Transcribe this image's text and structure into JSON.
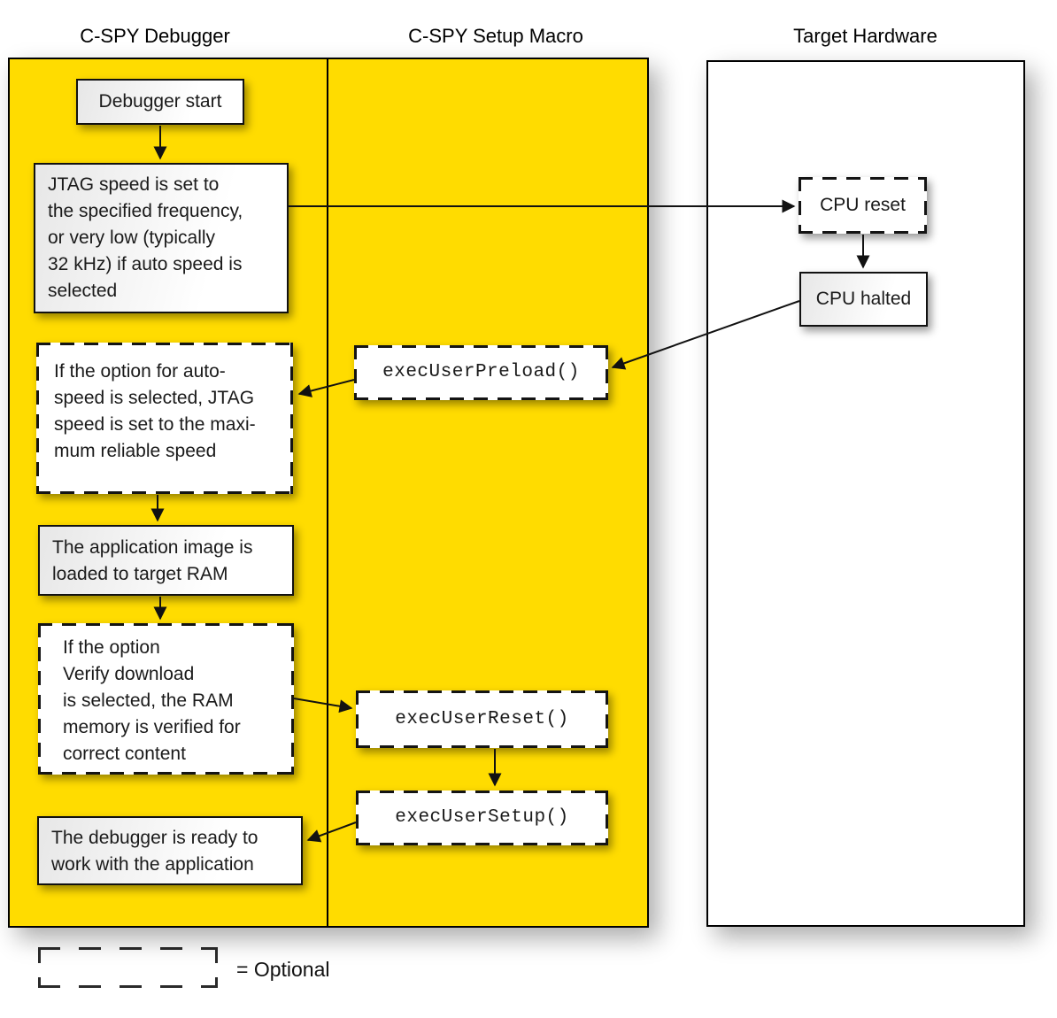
{
  "headers": {
    "debugger": "C-SPY Debugger",
    "setup_macro": "C-SPY Setup Macro",
    "target_hardware": "Target Hardware"
  },
  "boxes": {
    "debugger_start": {
      "text": "Debugger start",
      "style": "solid"
    },
    "jtag_speed": {
      "text": "JTAG speed is set to\nthe specified frequency,\nor very low (typically\n32 kHz) if auto speed is\nselected",
      "style": "solid"
    },
    "auto_speed": {
      "text": "If the option for auto-\nspeed is selected, JTAG\nspeed is set to the maxi-\nmum reliable speed",
      "style": "dashed-optional"
    },
    "app_image": {
      "text": "The application image is\nloaded to target RAM",
      "style": "solid"
    },
    "verify_download": {
      "text": "If the option\nVerify download\nis selected, the RAM\nmemory is verified for\ncorrect content",
      "style": "dashed-optional"
    },
    "debugger_ready": {
      "text": "The debugger is ready to\nwork with the application",
      "style": "solid"
    },
    "exec_user_preload": {
      "text": "execUserPreload()",
      "style": "dashed-optional"
    },
    "exec_user_reset": {
      "text": "execUserReset()",
      "style": "dashed-optional"
    },
    "exec_user_setup": {
      "text": "execUserSetup()",
      "style": "dashed-optional"
    },
    "cpu_reset": {
      "text": "CPU reset",
      "style": "dashed-optional"
    },
    "cpu_halted": {
      "text": "CPU halted",
      "style": "solid"
    }
  },
  "legend": {
    "label": "= Optional"
  },
  "colors": {
    "lane_yellow": "#FFDC00",
    "box_border": "#111111",
    "text": "#1A1A1A"
  }
}
